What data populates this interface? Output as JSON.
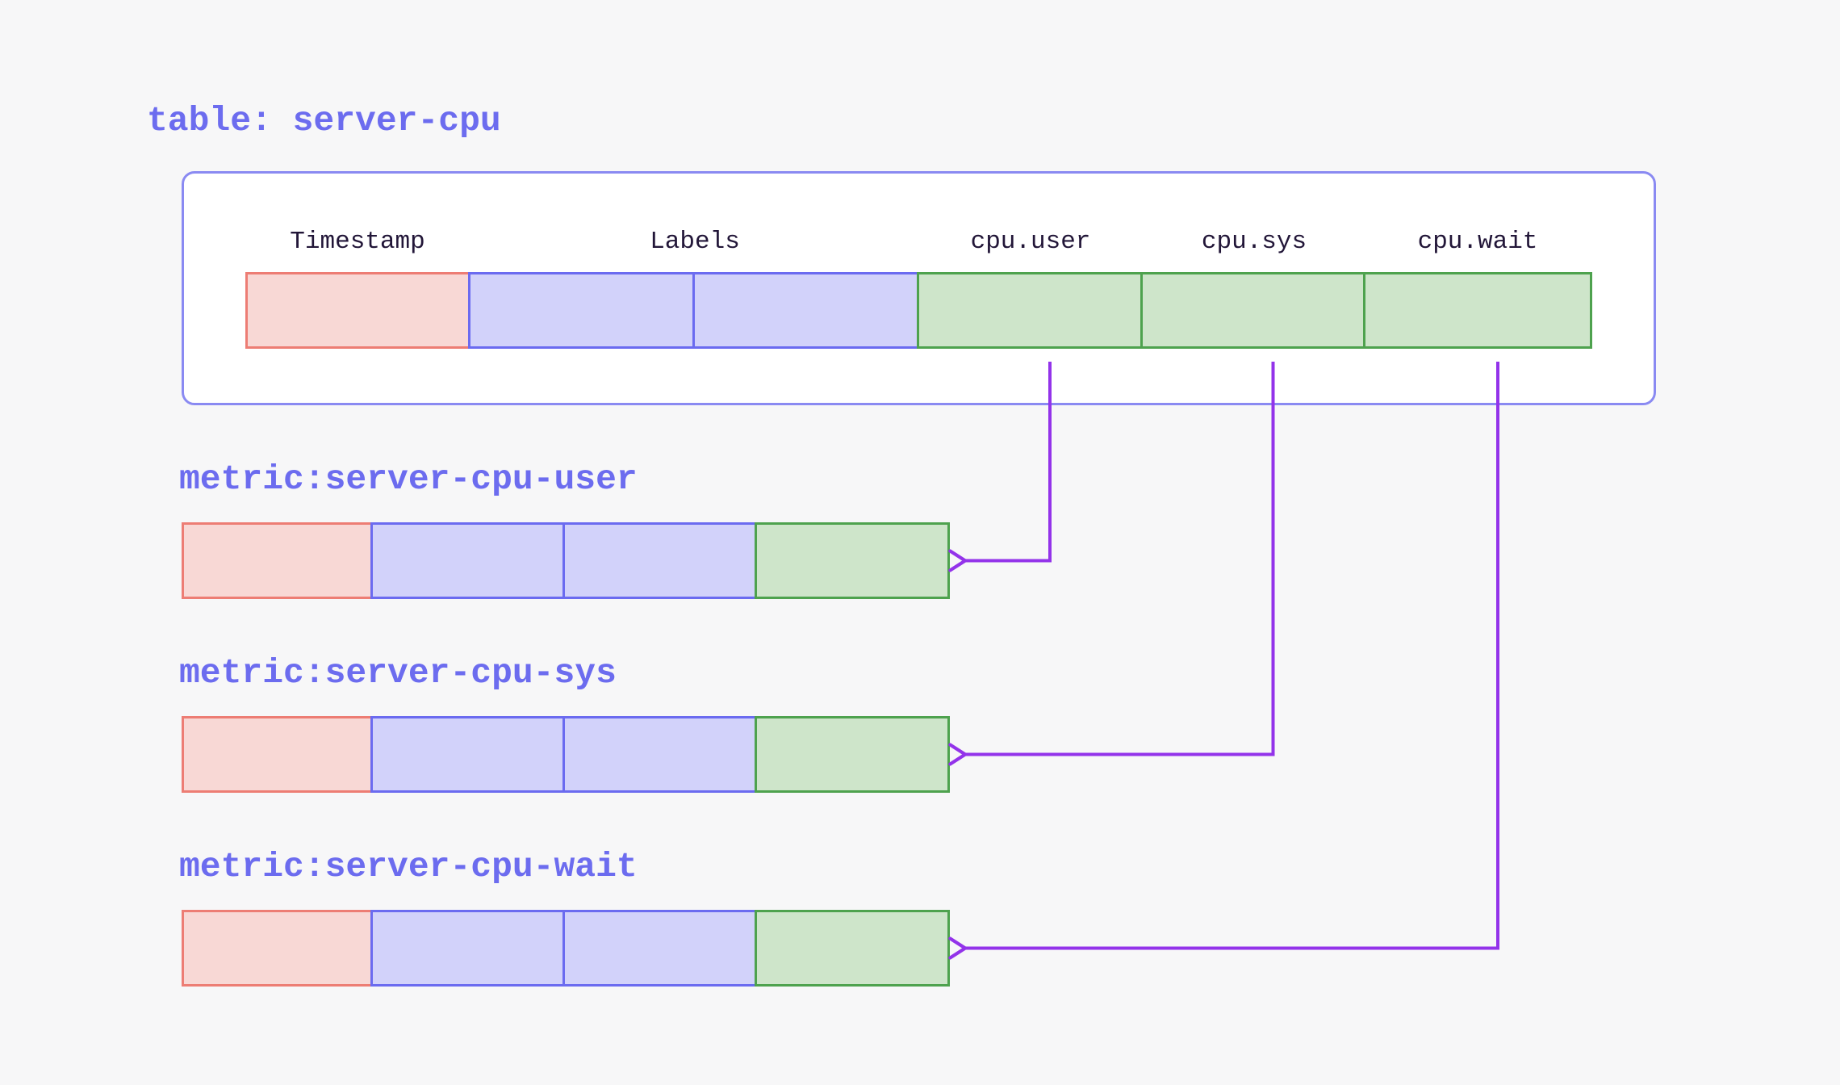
{
  "table": {
    "title": "table: server-cpu",
    "columns": [
      {
        "name": "Timestamp",
        "type": "timestamp"
      },
      {
        "name": "Labels",
        "type": "labels"
      },
      {
        "name": "cpu.user",
        "type": "field"
      },
      {
        "name": "cpu.sys",
        "type": "field"
      },
      {
        "name": "cpu.wait",
        "type": "field"
      }
    ]
  },
  "metrics": [
    {
      "title": "metric:server-cpu-user",
      "source_column": "cpu.user"
    },
    {
      "title": "metric:server-cpu-sys",
      "source_column": "cpu.sys"
    },
    {
      "title": "metric:server-cpu-wait",
      "source_column": "cpu.wait"
    }
  ],
  "connections": [
    {
      "from": "table-cell-cpu-user",
      "to": "metric-row-user"
    },
    {
      "from": "table-cell-cpu-sys",
      "to": "metric-row-sys"
    },
    {
      "from": "table-cell-cpu-wait",
      "to": "metric-row-wait"
    }
  ],
  "colors": {
    "background": "#f7f7f8",
    "panel_fill": "#ffffff",
    "panel_border": "#8a8af2",
    "heading_text": "#6c6cef",
    "header_text": "#221638",
    "timestamp_fill": "#f8d8d5",
    "timestamp_border": "#ed7d74",
    "labels_fill": "#d2d2fa",
    "labels_border": "#6b6bf0",
    "field_fill": "#cee5ca",
    "field_border": "#4ea24e",
    "arrow": "#9333ea"
  }
}
